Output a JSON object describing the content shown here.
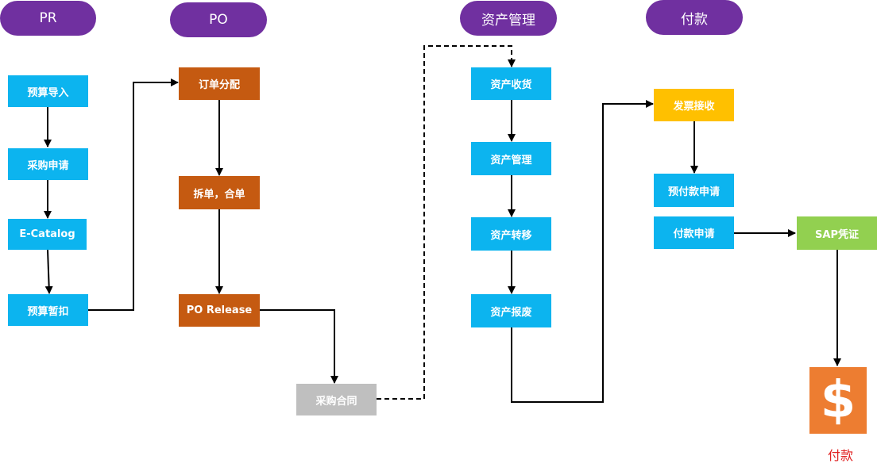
{
  "headers": {
    "pr": "PR",
    "po": "PO",
    "asset": "资产管理",
    "payment": "付款"
  },
  "pr_steps": [
    "预算导入",
    "采购申请",
    "E-Catalog",
    "预算暂扣"
  ],
  "po_steps": [
    "订单分配",
    "拆单，合单",
    "PO Release"
  ],
  "contract": "采购合同",
  "asset_steps": [
    "资产收货",
    "资产管理",
    "资产转移",
    "资产报废"
  ],
  "payment_steps": [
    "发票接收",
    "预付款申请",
    "付款申请"
  ],
  "sap_voucher": "SAP凭证",
  "payment_icon": {
    "icon": "dollar-icon",
    "glyph": "$",
    "label": "付款"
  },
  "colors": {
    "header": "#7030a0",
    "pr_and_asset_steps": "#0cb4ef",
    "po_steps": "#c55a11",
    "contract": "#bfbfbf",
    "invoice": "#ffc000",
    "sap": "#92d050",
    "payment_icon": "#ed7d31",
    "payment_label": "#e02020"
  }
}
